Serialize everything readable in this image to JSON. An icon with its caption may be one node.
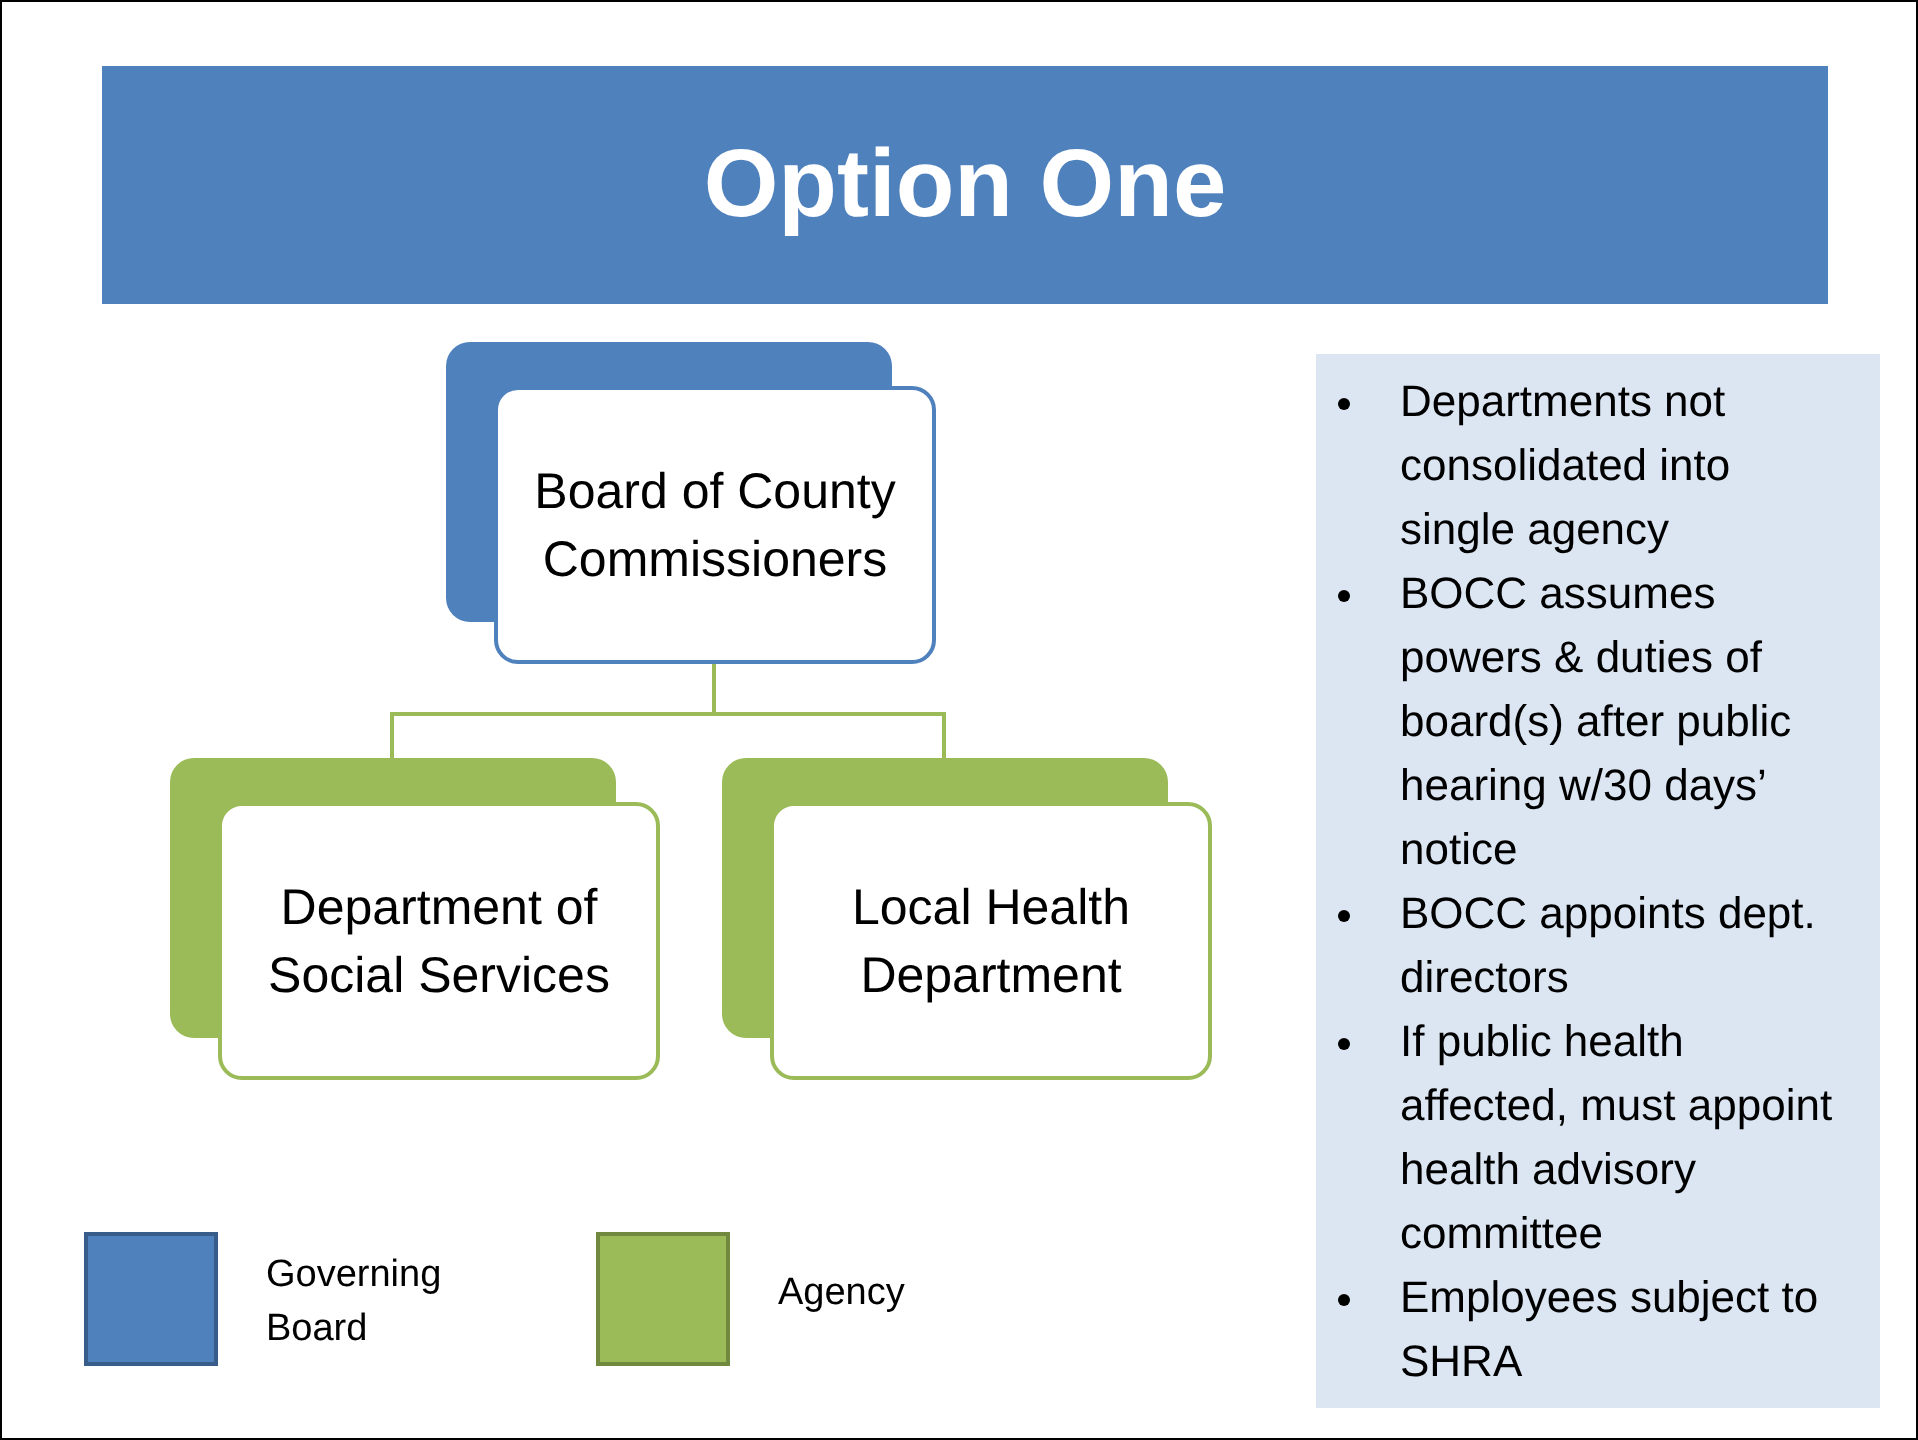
{
  "diagram": {
    "title": "Option One",
    "nodes": [
      {
        "text": [
          "Board of County Commissioners"
        ]
      },
      {
        "text": [
          "Department of Social Services"
        ]
      },
      {
        "text": [
          "Local Health Department"
        ]
      },
      {
        "text": [
          "Departments not consolidated into single agency",
          "BOCC assumes powers & duties of board(s) after public hearing w/30 days’ notice",
          "BOCC appoints dept. directors",
          "If public health affected, must appoint health advisory committee",
          "Employees subject to SHRA"
        ]
      }
    ],
    "edges": [
      {
        "from": 0,
        "to": 1,
        "arrow": "none"
      },
      {
        "from": 0,
        "to": 2,
        "arrow": "none"
      }
    ],
    "legend": [
      {
        "text": "Governing Board",
        "color": "#4f81bd"
      },
      {
        "text": "Agency",
        "color": "#9bbb59"
      }
    ]
  }
}
